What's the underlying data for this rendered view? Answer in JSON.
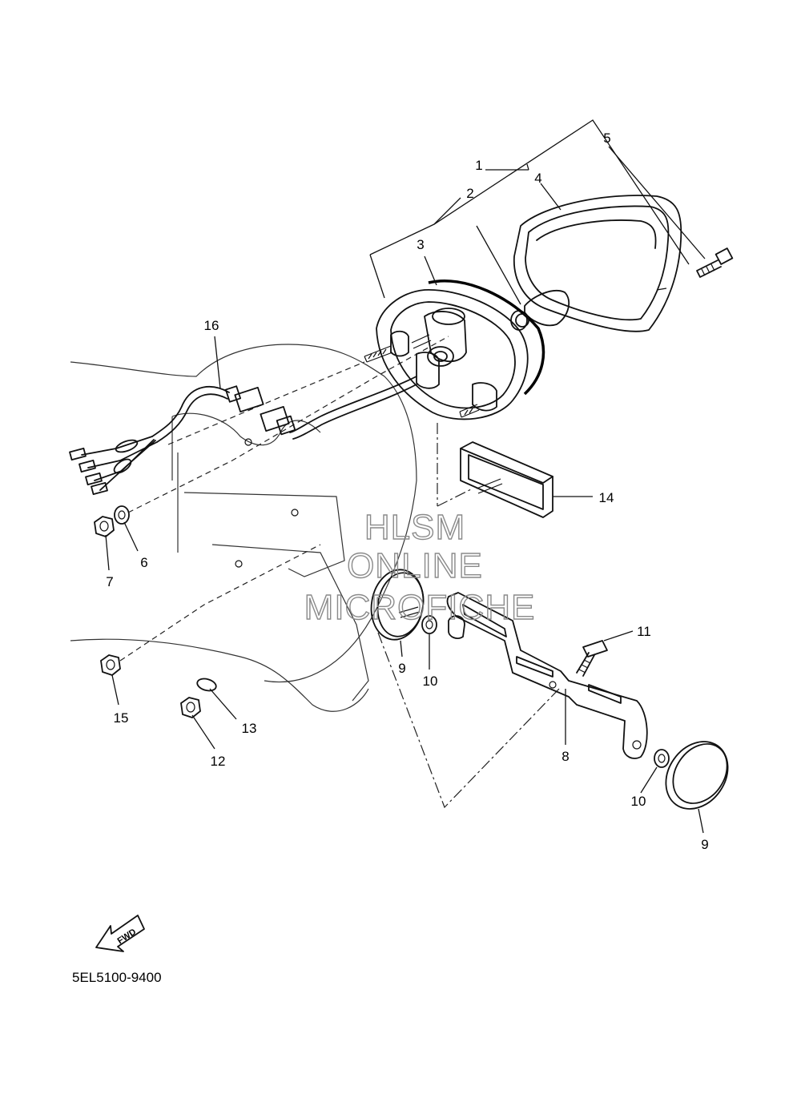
{
  "diagram": {
    "callouts": [
      {
        "id": "c1",
        "label": "1"
      },
      {
        "id": "c2",
        "label": "2"
      },
      {
        "id": "c3",
        "label": "3"
      },
      {
        "id": "c4",
        "label": "4"
      },
      {
        "id": "c5",
        "label": "5"
      },
      {
        "id": "c6",
        "label": "6"
      },
      {
        "id": "c7",
        "label": "7"
      },
      {
        "id": "c8",
        "label": "8"
      },
      {
        "id": "c9a",
        "label": "9"
      },
      {
        "id": "c9b",
        "label": "9"
      },
      {
        "id": "c10a",
        "label": "10"
      },
      {
        "id": "c10b",
        "label": "10"
      },
      {
        "id": "c11",
        "label": "11"
      },
      {
        "id": "c12",
        "label": "12"
      },
      {
        "id": "c13",
        "label": "13"
      },
      {
        "id": "c14",
        "label": "14"
      },
      {
        "id": "c15",
        "label": "15"
      },
      {
        "id": "c16",
        "label": "16"
      }
    ],
    "watermark": [
      "HLSM",
      "ONLINE",
      "MICROFICHE"
    ],
    "watermark_color": "#8a8a8a",
    "fwd_label": "FWD",
    "diagram_code": "5EL5100-9400"
  }
}
